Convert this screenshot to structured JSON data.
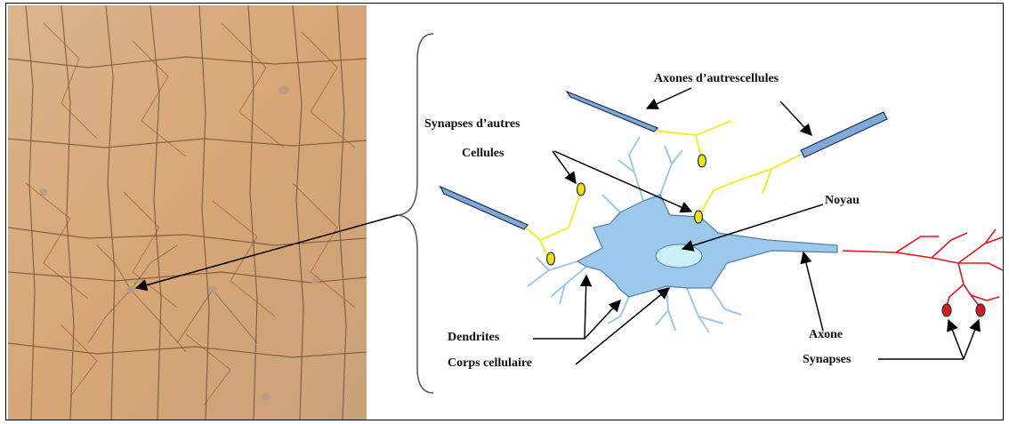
{
  "figure": {
    "labels": {
      "axons_other_cells": "Axones d’autrescellules",
      "synapses_other_line1": "Synapses d’autres",
      "synapses_other_line2": "Cellules",
      "nucleus": "Noyau",
      "dendrites": "Dendrites",
      "cell_body": "Corps cellulaire",
      "axon": "Axone",
      "synapses": "Synapses"
    },
    "colors": {
      "cell_body": "#9cc8ec",
      "nucleus": "#ccf0f8",
      "dendrite": "#9cc8ec",
      "incoming_axon": "#7fa9d6",
      "incoming_fiber": "#f2ec2c",
      "synapse_incoming": "#f2e20a",
      "output_axon": "#e8141c",
      "synapse_output": "#d61a1a",
      "photo_background": "#d9a877"
    }
  }
}
